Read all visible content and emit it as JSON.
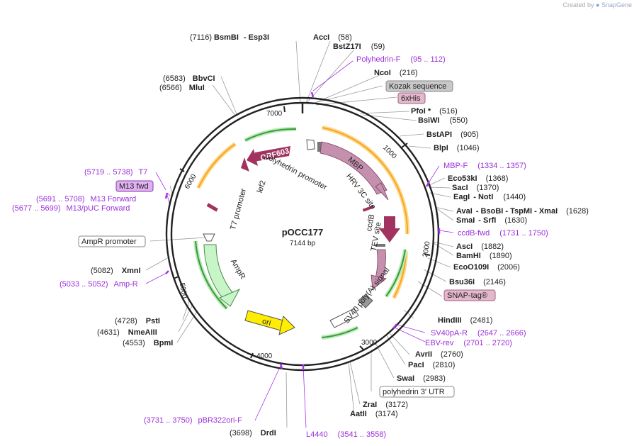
{
  "credit": {
    "prefix": "Created by",
    "brand": "SnapGene"
  },
  "plasmid": {
    "name": "pOCC177",
    "length_label": "7144 bp"
  },
  "ticks": [
    "1000",
    "2000",
    "3000",
    "4000",
    "5000",
    "6000",
    "7000"
  ],
  "features": {
    "orf603": "ORF603",
    "lef2": "lef2",
    "polyhedrin_promoter": "polyhedrin promoter",
    "mbp": "MBP",
    "hrv3c": "HRV 3C site",
    "ccdb": "ccdB",
    "tev": "TEV site",
    "t7_promoter": "T7 promoter",
    "ampr": "AmpR",
    "ori": "ori",
    "sv40": "SV40 poly(A) signal"
  },
  "boxed_labels": {
    "kozak": "Kozak sequence",
    "his": "6xHis",
    "m13fwd": "M13 fwd",
    "ampr_promoter": "AmpR promoter",
    "snap": "SNAP-tag®",
    "polh3utr": "polyhedrin 3' UTR"
  },
  "enzymes": [
    {
      "id": "bsmbi",
      "pos": "(7116)",
      "name": "BsmBI",
      "extra": "- Esp3I"
    },
    {
      "id": "acci",
      "name": "AccI",
      "pos": "(58)"
    },
    {
      "id": "bstz17i",
      "name": "BstZ17I",
      "pos": "(59)"
    },
    {
      "id": "ncoi",
      "name": "NcoI",
      "pos": "(216)"
    },
    {
      "id": "pfoi",
      "name": "PfoI *",
      "pos": "(516)"
    },
    {
      "id": "bsiwi",
      "name": "BsiWI",
      "pos": "(550)"
    },
    {
      "id": "bstapi",
      "name": "BstAPI",
      "pos": "(905)"
    },
    {
      "id": "blpi",
      "name": "BlpI",
      "pos": "(1046)"
    },
    {
      "id": "eco53ki",
      "name": "Eco53kI",
      "pos": "(1368)"
    },
    {
      "id": "saci",
      "name": "SacI",
      "pos": "(1370)"
    },
    {
      "id": "eagi",
      "name": "EagI",
      "extra": "- NotI",
      "pos": "(1440)"
    },
    {
      "id": "avai",
      "name": "AvaI",
      "extra": "- BsoBI   - TspMI   - XmaI",
      "pos": "(1628)"
    },
    {
      "id": "smai",
      "name": "SmaI",
      "extra": "- SrfI",
      "pos": "(1630)"
    },
    {
      "id": "asci",
      "name": "AscI",
      "pos": "(1882)"
    },
    {
      "id": "bamhi",
      "name": "BamHI",
      "pos": "(1890)"
    },
    {
      "id": "eco0109i",
      "name": "EcoO109I",
      "pos": "(2006)"
    },
    {
      "id": "bsu36i",
      "name": "Bsu36I",
      "pos": "(2146)"
    },
    {
      "id": "hindiii",
      "name": "HindIII",
      "pos": "(2481)"
    },
    {
      "id": "avrii",
      "name": "AvrII",
      "pos": "(2760)"
    },
    {
      "id": "paci",
      "name": "PacI",
      "pos": "(2810)"
    },
    {
      "id": "swai",
      "name": "SwaI",
      "pos": "(2983)"
    },
    {
      "id": "zrai",
      "name": "ZraI",
      "pos": "(3172)"
    },
    {
      "id": "aatii",
      "name": "AatII",
      "pos": "(3174)"
    },
    {
      "id": "drdi",
      "pos": "(3698)",
      "name": "DrdI"
    },
    {
      "id": "bpmi",
      "pos": "(4553)",
      "name": "BpmI"
    },
    {
      "id": "nmeaiii",
      "pos": "(4631)",
      "name": "NmeAIII"
    },
    {
      "id": "psti",
      "pos": "(4728)",
      "name": "PstI"
    },
    {
      "id": "xmni",
      "pos": "(5082)",
      "name": "XmnI"
    },
    {
      "id": "mlui",
      "pos": "(6566)",
      "name": "MluI"
    },
    {
      "id": "bbvci",
      "pos": "(6583)",
      "name": "BbvCI"
    }
  ],
  "primers": [
    {
      "id": "polh-f",
      "name": "Polyhedrin-F",
      "range": "(95 .. 112)"
    },
    {
      "id": "mbp-f",
      "name": "MBP-F",
      "range": "(1334 .. 1357)"
    },
    {
      "id": "ccdb-fwd",
      "name": "ccdB-fwd",
      "range": "(1731 .. 1750)"
    },
    {
      "id": "sv40pa-r",
      "name": "SV40pA-R",
      "range": "(2647 .. 2666)"
    },
    {
      "id": "ebv-rev",
      "name": "EBV-rev",
      "range": "(2701 .. 2720)"
    },
    {
      "id": "l4440",
      "name": "L4440",
      "range": "(3541 .. 3558)"
    },
    {
      "id": "pbr322ori-f",
      "name": "pBR322ori-F",
      "range": "(3731 .. 3750)"
    },
    {
      "id": "amp-r",
      "name": "Amp-R",
      "range": "(5033 .. 5052)"
    },
    {
      "id": "m13puc",
      "name": "M13/pUC Forward",
      "range": "(5677 .. 5699)"
    },
    {
      "id": "m13fwd",
      "name": "M13 Forward",
      "range": "(5691 .. 5708)"
    },
    {
      "id": "t7",
      "name": "T7",
      "range": "(5719 .. 5738)"
    }
  ],
  "colors": {
    "backbone": "#222222",
    "enzyme_line": "#999999",
    "primer": "#9b30d9",
    "primer_arrow": "#aa33ee",
    "orange_feature": "#f5a623",
    "green_feature": "#4caf50",
    "mbp": "#c58fae",
    "orf603": "#a2325f",
    "ccdb": "#a2325f",
    "ampr": "#c8f5c8",
    "ori": "#ffee00",
    "sv40": "#ffffff",
    "boxed_gray": "#c8c8c8",
    "boxed_pink": "#e3b8cc",
    "boxed_purple": "#e0b0f0"
  }
}
